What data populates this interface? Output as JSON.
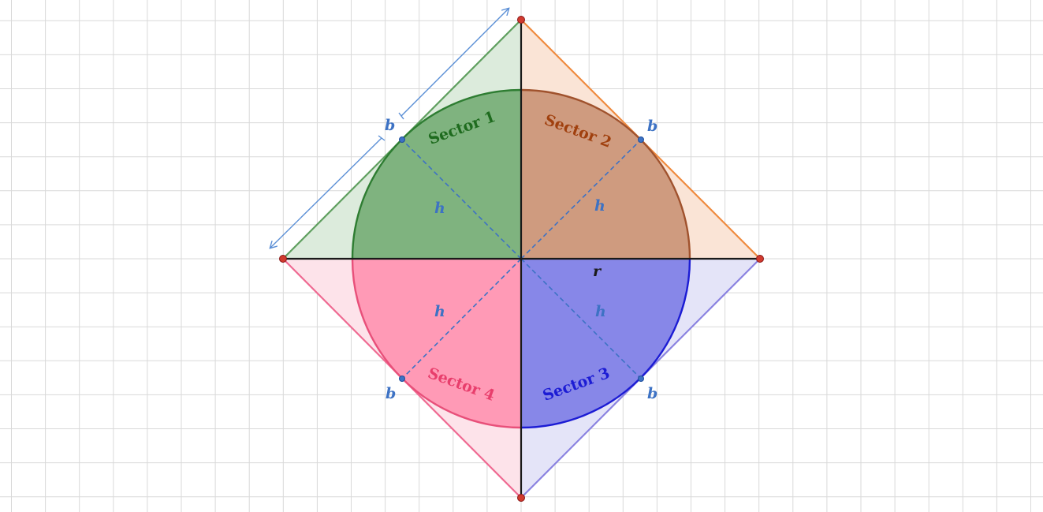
{
  "diagram": {
    "sectors": [
      {
        "id": "sector-1",
        "label": "Sector 1",
        "fill": "#7fb37f",
        "stroke": "#2e7d32",
        "text_color": "#1e6b1e",
        "triangle_fill": "#dcebdc",
        "triangle_stroke": "#5f9f5f"
      },
      {
        "id": "sector-2",
        "label": "Sector 2",
        "fill": "#cf9b7f",
        "stroke": "#a0522d",
        "text_color": "#a0400e",
        "triangle_fill": "#fae4d6",
        "triangle_stroke": "#ef8a3e"
      },
      {
        "id": "sector-3",
        "label": "Sector 3",
        "fill": "#8787e8",
        "stroke": "#1c1cd4",
        "text_color": "#1c1cd4",
        "triangle_fill": "#e4e4f8",
        "triangle_stroke": "#8a82e0"
      },
      {
        "id": "sector-4",
        "label": "Sector 4",
        "fill": "#ff9ab6",
        "stroke": "#e8507a",
        "text_color": "#e83e6c",
        "triangle_fill": "#fde3ea",
        "triangle_stroke": "#ef6a92"
      }
    ],
    "labels": {
      "b": "b",
      "h": "h",
      "r": "r"
    },
    "colors": {
      "label_blue": "#3d72c4",
      "vertex": "#d13a2e",
      "tangent_point": "#3d72c4",
      "axis": "#1a1a1a",
      "grid": "#d9d9d9"
    }
  }
}
